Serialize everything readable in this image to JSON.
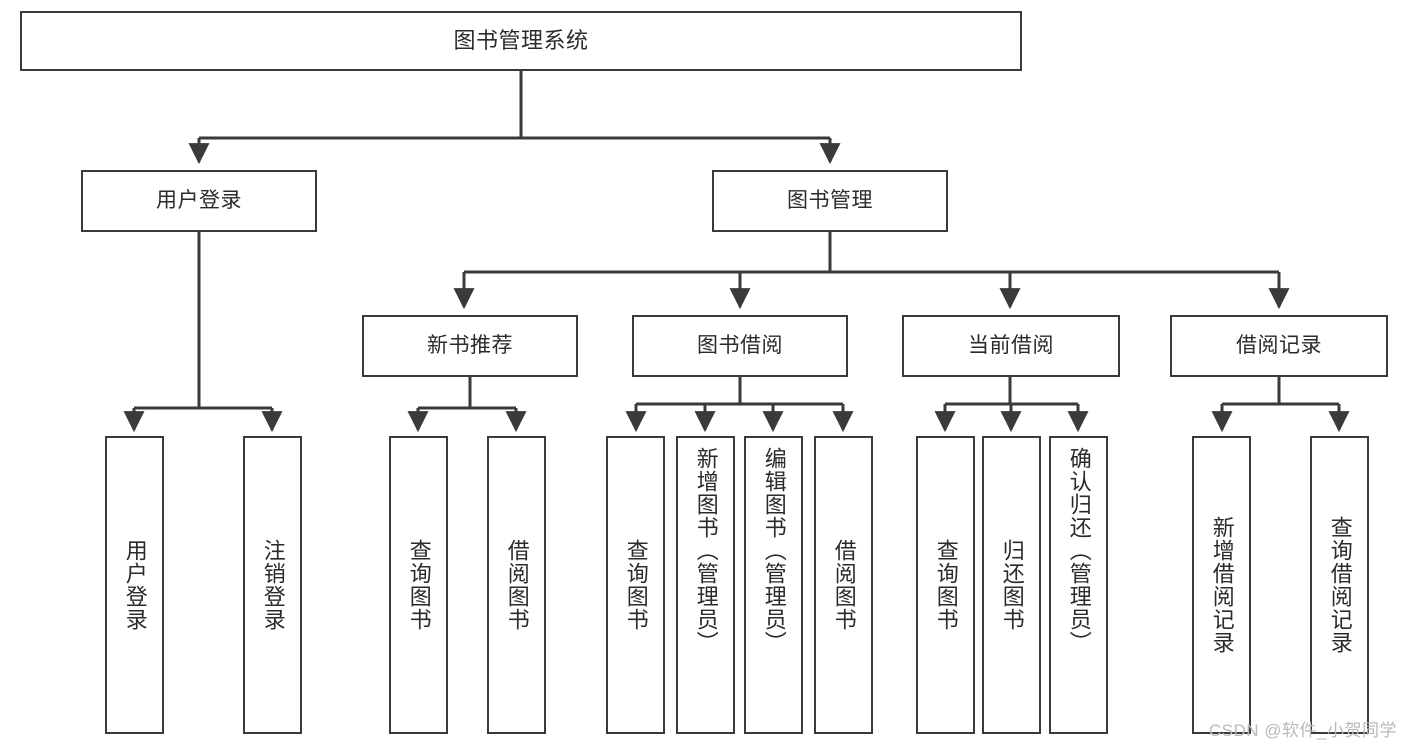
{
  "diagram": {
    "type": "tree",
    "title": "图书管理系统",
    "stroke_color": "#3a3a3a",
    "text_color": "#2b2b2b",
    "background": "#ffffff",
    "levels": [
      {
        "level": 1,
        "nodes": [
          {
            "id": "root",
            "label": "图书管理系统"
          }
        ]
      },
      {
        "level": 2,
        "nodes": [
          {
            "id": "l2-0",
            "label": "用户登录",
            "parent": "root"
          },
          {
            "id": "l2-1",
            "label": "图书管理",
            "parent": "root"
          }
        ]
      },
      {
        "level": 3,
        "nodes": [
          {
            "id": "l3-0",
            "label": "新书推荐",
            "parent": "l2-1"
          },
          {
            "id": "l3-1",
            "label": "图书借阅",
            "parent": "l2-1"
          },
          {
            "id": "l3-2",
            "label": "当前借阅",
            "parent": "l2-1"
          },
          {
            "id": "l3-3",
            "label": "借阅记录",
            "parent": "l2-1"
          }
        ]
      },
      {
        "level": 4,
        "nodes": [
          {
            "id": "leaf-0",
            "label": "用户登录",
            "parent": "l2-0"
          },
          {
            "id": "leaf-1",
            "label": "注销登录",
            "parent": "l2-0"
          },
          {
            "id": "leaf-2",
            "label": "查询图书",
            "parent": "l3-0"
          },
          {
            "id": "leaf-3",
            "label": "借阅图书",
            "parent": "l3-0"
          },
          {
            "id": "leaf-4",
            "label": "查询图书",
            "parent": "l3-1"
          },
          {
            "id": "leaf-5",
            "label": "新增图书（管理员）",
            "parent": "l3-1"
          },
          {
            "id": "leaf-6",
            "label": "编辑图书（管理员）",
            "parent": "l3-1"
          },
          {
            "id": "leaf-7",
            "label": "借阅图书",
            "parent": "l3-1"
          },
          {
            "id": "leaf-8",
            "label": "查询图书",
            "parent": "l3-2"
          },
          {
            "id": "leaf-9",
            "label": "归还图书",
            "parent": "l3-2"
          },
          {
            "id": "leaf-10",
            "label": "确认归还（管理员）",
            "parent": "l3-2"
          },
          {
            "id": "leaf-11",
            "label": "新增借阅记录",
            "parent": "l3-3"
          },
          {
            "id": "leaf-12",
            "label": "查询借阅记录",
            "parent": "l3-3"
          }
        ]
      }
    ]
  },
  "watermark": {
    "text": "CSDN @软件_小贺同学"
  }
}
